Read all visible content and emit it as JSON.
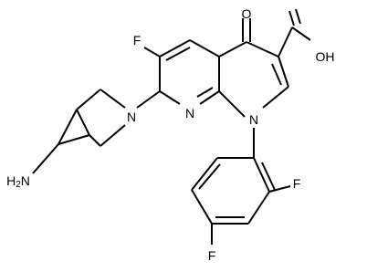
{
  "atom_labels": {
    "oxo": "O",
    "acid_oh": "OH",
    "fluoro_6": "F",
    "n_azabicyclo": "N",
    "n_ring_8": "N",
    "n_ring_1": "N",
    "amino": "H2N",
    "fluoro_ortho": "F",
    "fluoro_para": "F"
  },
  "colors": {
    "bond": "#000000",
    "label": "#000000",
    "background": "#ffffff"
  }
}
